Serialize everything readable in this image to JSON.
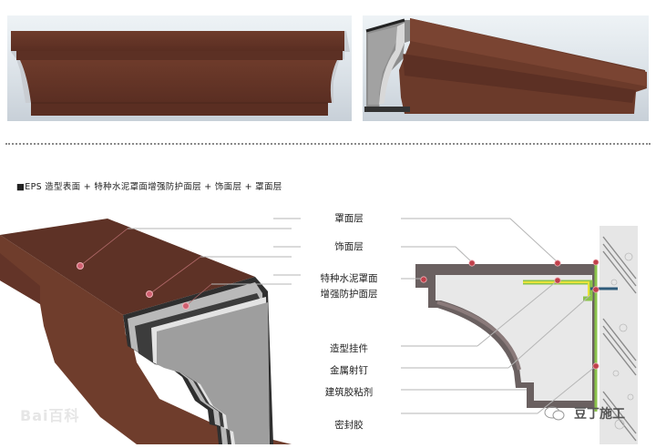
{
  "caption": "■EPS 造型表面 + 特种水泥罩面增强防护面层 + 饰面层 + 罩面层",
  "labels": [
    {
      "text": "罩面层"
    },
    {
      "text": "饰面层"
    },
    {
      "text": "特种水泥罩面"
    },
    {
      "text": "增强防护面层"
    },
    {
      "text": "造型挂件"
    },
    {
      "text": "金属射钉"
    },
    {
      "text": "建筑胶粘剂"
    },
    {
      "text": "密封胶"
    }
  ],
  "watermarks": {
    "baidu": "Bai百科",
    "account": "豆丁施工"
  },
  "colors": {
    "finish_brown": "#6b3a2a",
    "eps_grey": "#9a9a9a",
    "leader_line": "#c0a0a0",
    "marker": "#c0404a",
    "anchor_green": "#8bc34a",
    "anchor_yellow": "#e8e23a"
  }
}
